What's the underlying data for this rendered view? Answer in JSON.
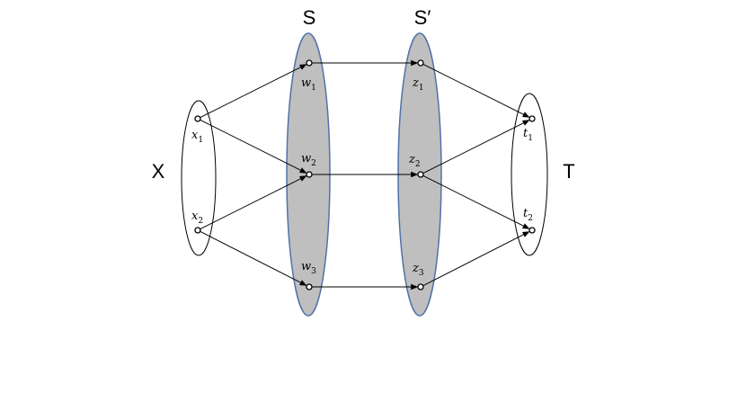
{
  "sets": {
    "X": "X",
    "S": "S",
    "S_prime": "S′",
    "T": "T"
  },
  "nodes": {
    "x1": {
      "base": "x",
      "sub": "1"
    },
    "x2": {
      "base": "x",
      "sub": "2"
    },
    "w1": {
      "base": "w",
      "sub": "1"
    },
    "w2": {
      "base": "w",
      "sub": "2"
    },
    "w3": {
      "base": "w",
      "sub": "3"
    },
    "z1": {
      "base": "z",
      "sub": "1"
    },
    "z2": {
      "base": "z",
      "sub": "2"
    },
    "z3": {
      "base": "z",
      "sub": "3"
    },
    "t1": {
      "base": "t",
      "sub": "1"
    },
    "t2": {
      "base": "t",
      "sub": "2"
    }
  },
  "edges": [
    [
      "x1",
      "w1"
    ],
    [
      "x1",
      "w2"
    ],
    [
      "x2",
      "w2"
    ],
    [
      "x2",
      "w3"
    ],
    [
      "w1",
      "z1"
    ],
    [
      "w2",
      "z2"
    ],
    [
      "w3",
      "z3"
    ],
    [
      "z1",
      "t1"
    ],
    [
      "z2",
      "t1"
    ],
    [
      "z2",
      "t2"
    ],
    [
      "z3",
      "t2"
    ]
  ],
  "colors": {
    "shaded_fill": "#bfbfbf",
    "shaded_stroke": "#4f73a8",
    "line": "#000000"
  }
}
